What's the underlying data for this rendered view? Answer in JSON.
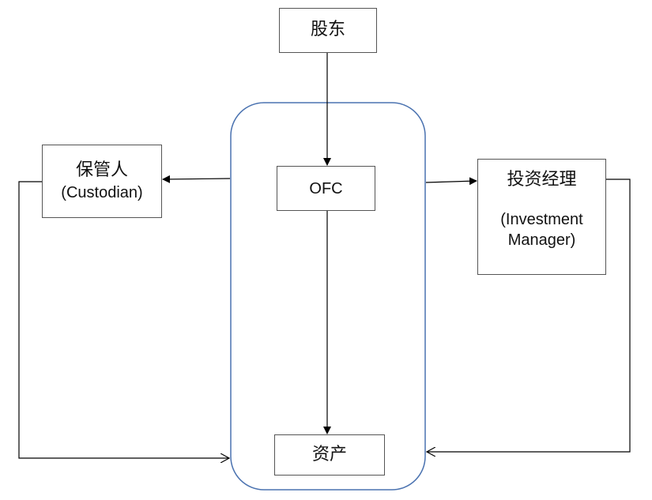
{
  "diagram": {
    "shareholders": "股东",
    "ofc": "OFC",
    "custodian": {
      "cn": "保管人",
      "en": "(Custodian)"
    },
    "investment_manager": {
      "cn": "投资经理",
      "en_line1": "(Investment",
      "en_line2": "Manager)"
    },
    "assets": "资产"
  },
  "colors": {
    "container_border": "#4a72b0",
    "arrow": "#000000",
    "box_border": "#555555"
  }
}
